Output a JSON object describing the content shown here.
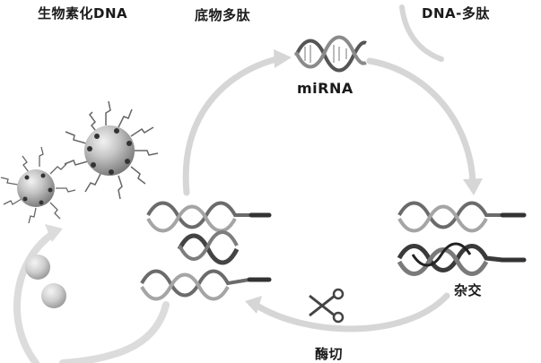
{
  "labels": {
    "biotin_dna": "生物素化DNA",
    "substrate_peptide": "底物多肽",
    "dna_peptide": "DNA-多肽",
    "mirna": "miRNA",
    "hybridization": "杂交",
    "cleavage": "酶切"
  }
}
